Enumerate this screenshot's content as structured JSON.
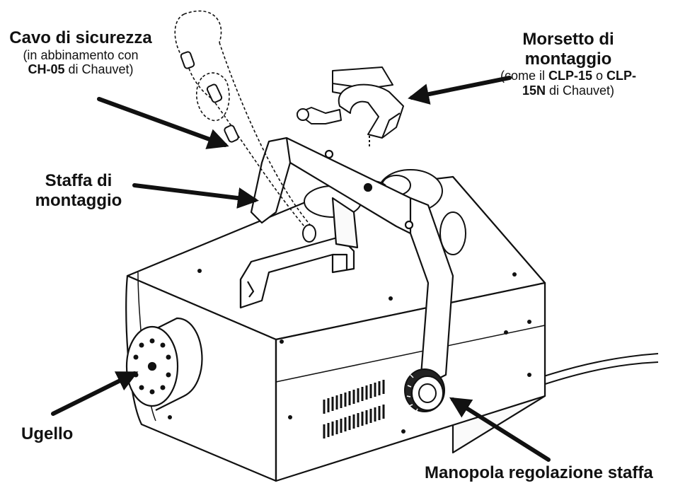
{
  "labels": {
    "safety_cable": {
      "title": "Cavo di sicurezza",
      "line2": "(in abbinamento con",
      "line3_bold": "CH-05",
      "line3_rest": " di Chauvet)"
    },
    "mounting_clamp": {
      "title_line1": "Morsetto di",
      "title_line2": "montaggio",
      "line3_pre": "(come il ",
      "line3_bold1": "CLP-15",
      "line3_mid": " o ",
      "line3_bold2": "CLP-",
      "line4_bold": "15N",
      "line4_rest": " di Chauvet)"
    },
    "mounting_bracket": {
      "line1": "Staffa di",
      "line2": "montaggio"
    },
    "nozzle": "Ugello",
    "bracket_knob": "Manopola regolazione staffa"
  },
  "colors": {
    "line": "#111111",
    "background": "#ffffff"
  }
}
